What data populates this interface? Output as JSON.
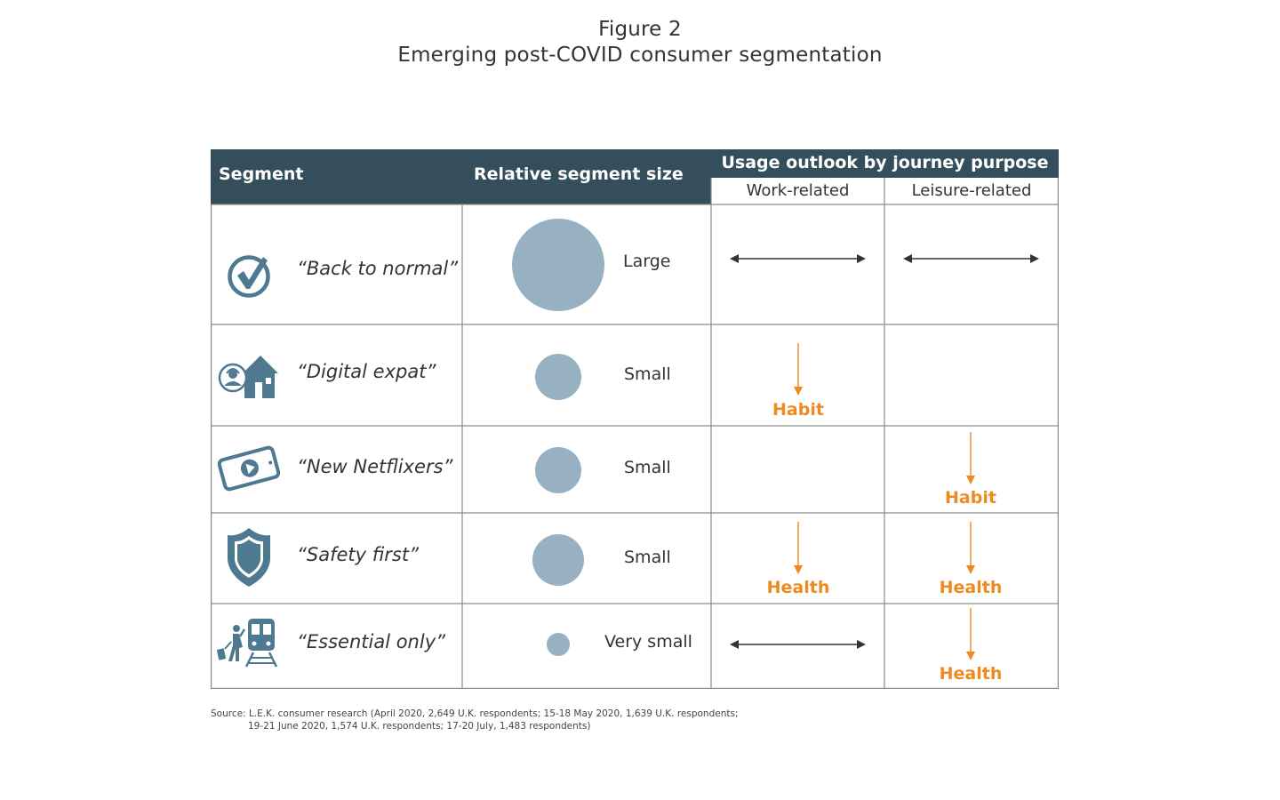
{
  "figure_label": "Figure 2",
  "figure_title": "Emerging post-COVID consumer segmentation",
  "table": {
    "headers": {
      "segment": "Segment",
      "relative_size": "Relative segment size",
      "usage_outlook": "Usage outlook by journey purpose",
      "work": "Work-related",
      "leisure": "Leisure-related"
    },
    "rows": [
      {
        "icon": "checkmark-circle-icon",
        "name": "“Back to normal”",
        "size": "Large",
        "work": "",
        "leisure": ""
      },
      {
        "icon": "remote-worker-house-icon",
        "name": "“Digital expat”",
        "size": "Small",
        "work": "Habit",
        "leisure": ""
      },
      {
        "icon": "video-phone-icon",
        "name": "“New Netflixers”",
        "size": "Small",
        "work": "",
        "leisure": "Habit"
      },
      {
        "icon": "shield-icon",
        "name": "“Safety first”",
        "size": "Small",
        "work": "Health",
        "leisure": "Health"
      },
      {
        "icon": "traveler-train-icon",
        "name": "“Essential only”",
        "size": "Very small",
        "work": "",
        "leisure": "Health"
      }
    ]
  },
  "colors": {
    "header_bg": "#344e5c",
    "bubble": "#97b1c3",
    "icon": "#4f7891",
    "decrease_arrow": "#ee8a1f",
    "neutral_arrow": "#333333"
  },
  "source": {
    "line1": "Source: L.E.K. consumer research (April 2020, 2,649 U.K. respondents; 15-18 May 2020, 1,639 U.K. respondents;",
    "line2": "19-21 June 2020, 1,574 U.K. respondents; 17-20 July, 1,483 respondents)"
  }
}
